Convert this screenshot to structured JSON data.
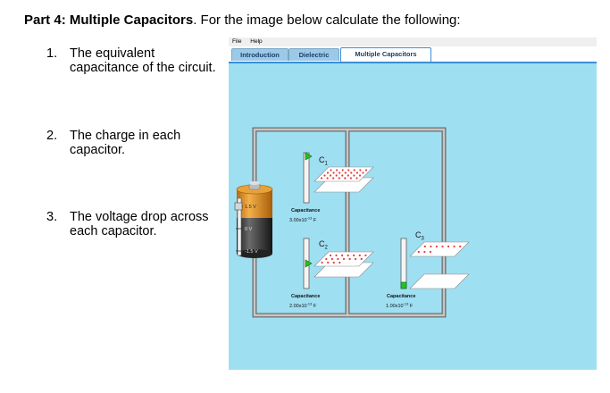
{
  "instructions": {
    "part_label": "Part 4:  Multiple Capacitors",
    "prompt": ".  For the image below calculate the following:",
    "questions": [
      {
        "number": "1.",
        "text": "The equivalent capacitance of the circuit."
      },
      {
        "number": "2.",
        "text": "The charge in each capacitor."
      },
      {
        "number": "3.",
        "text": "The voltage drop across each capacitor."
      }
    ]
  },
  "app": {
    "menu": {
      "file": "File",
      "help": "Help"
    },
    "tabs": [
      {
        "label": "Introduction",
        "active": false
      },
      {
        "label": "Dielectric",
        "active": false
      },
      {
        "label": "Multiple Capacitors",
        "active": true
      }
    ],
    "battery": {
      "top_label": "1.5 V",
      "mid_label": "0 V",
      "bottom_label": "-1.5 V"
    },
    "capacitors": [
      {
        "symbol": "C",
        "subscript": "1",
        "caption": "Capacitance",
        "mantissa": "3.00x10",
        "exponent": "-13",
        "unit": " F",
        "slider_level": 0.95
      },
      {
        "symbol": "C",
        "subscript": "2",
        "caption": "Capacitance",
        "mantissa": "2.00x10",
        "exponent": "-13",
        "unit": " F",
        "slider_level": 0.5
      },
      {
        "symbol": "C",
        "subscript": "3",
        "caption": "Capacitance",
        "mantissa": "1.00x10",
        "exponent": "-13",
        "unit": " F",
        "slider_level": 0.05
      }
    ],
    "colors": {
      "background": "#9fdff2",
      "wire": "#9a9a9a",
      "battery_body": "#e9961f",
      "slider_knob": "#22c322",
      "charge_dot": "#e53b3b",
      "plate": "#ffffff"
    }
  }
}
